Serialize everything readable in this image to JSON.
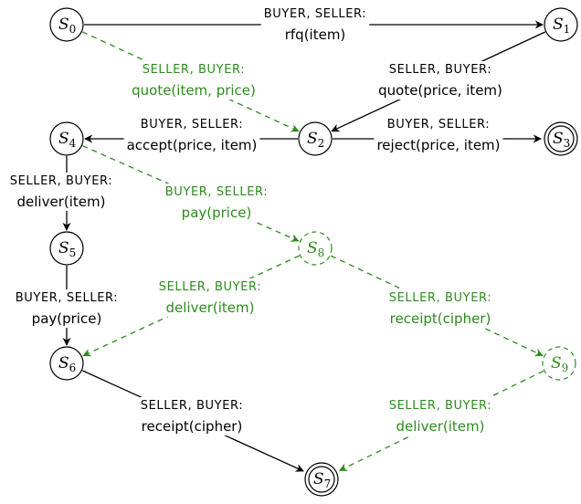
{
  "colors": {
    "normal": "#000000",
    "dashed": "#2e8b1e"
  },
  "states": [
    {
      "id": "s0",
      "label": "S",
      "sub": "0"
    },
    {
      "id": "s1",
      "label": "S",
      "sub": "1"
    },
    {
      "id": "s2",
      "label": "S",
      "sub": "2"
    },
    {
      "id": "s3",
      "label": "S",
      "sub": "3"
    },
    {
      "id": "s4",
      "label": "S",
      "sub": "4"
    },
    {
      "id": "s5",
      "label": "S",
      "sub": "5"
    },
    {
      "id": "s6",
      "label": "S",
      "sub": "6"
    },
    {
      "id": "s7",
      "label": "S",
      "sub": "7"
    },
    {
      "id": "s8",
      "label": "S",
      "sub": "8"
    },
    {
      "id": "s9",
      "label": "S",
      "sub": "9"
    }
  ],
  "transitions": [
    {
      "id": "t0",
      "from": "s0",
      "to": "s1",
      "roles": "BUYER, SELLER:",
      "message": "rfq(item)",
      "dashed": false
    },
    {
      "id": "t1",
      "from": "s0",
      "to": "s2",
      "roles": "SELLER, BUYER:",
      "message": "quote(item, price)",
      "dashed": true
    },
    {
      "id": "t2",
      "from": "s1",
      "to": "s2",
      "roles": "SELLER, BUYER:",
      "message": "quote(price, item)",
      "dashed": false
    },
    {
      "id": "t3",
      "from": "s2",
      "to": "s4",
      "roles": "BUYER, SELLER:",
      "message": "accept(price, item)",
      "dashed": false
    },
    {
      "id": "t4",
      "from": "s2",
      "to": "s3",
      "roles": "BUYER, SELLER:",
      "message": "reject(price, item)",
      "dashed": false
    },
    {
      "id": "t5",
      "from": "s4",
      "to": "s5",
      "roles": "SELLER, BUYER:",
      "message": "deliver(item)",
      "dashed": false
    },
    {
      "id": "t6",
      "from": "s4",
      "to": "s8",
      "roles": "BUYER, SELLER:",
      "message": "pay(price)",
      "dashed": true
    },
    {
      "id": "t7",
      "from": "s5",
      "to": "s6",
      "roles": "BUYER, SELLER:",
      "message": "pay(price)",
      "dashed": false
    },
    {
      "id": "t8",
      "from": "s8",
      "to": "s6",
      "roles": "SELLER, BUYER:",
      "message": "deliver(item)",
      "dashed": true
    },
    {
      "id": "t9",
      "from": "s8",
      "to": "s9",
      "roles": "SELLER, BUYER:",
      "message": "receipt(cipher)",
      "dashed": true
    },
    {
      "id": "t10",
      "from": "s6",
      "to": "s7",
      "roles": "SELLER, BUYER:",
      "message": "receipt(cipher)",
      "dashed": false
    },
    {
      "id": "t11",
      "from": "s9",
      "to": "s7",
      "roles": "SELLER, BUYER:",
      "message": "deliver(item)",
      "dashed": true
    }
  ]
}
